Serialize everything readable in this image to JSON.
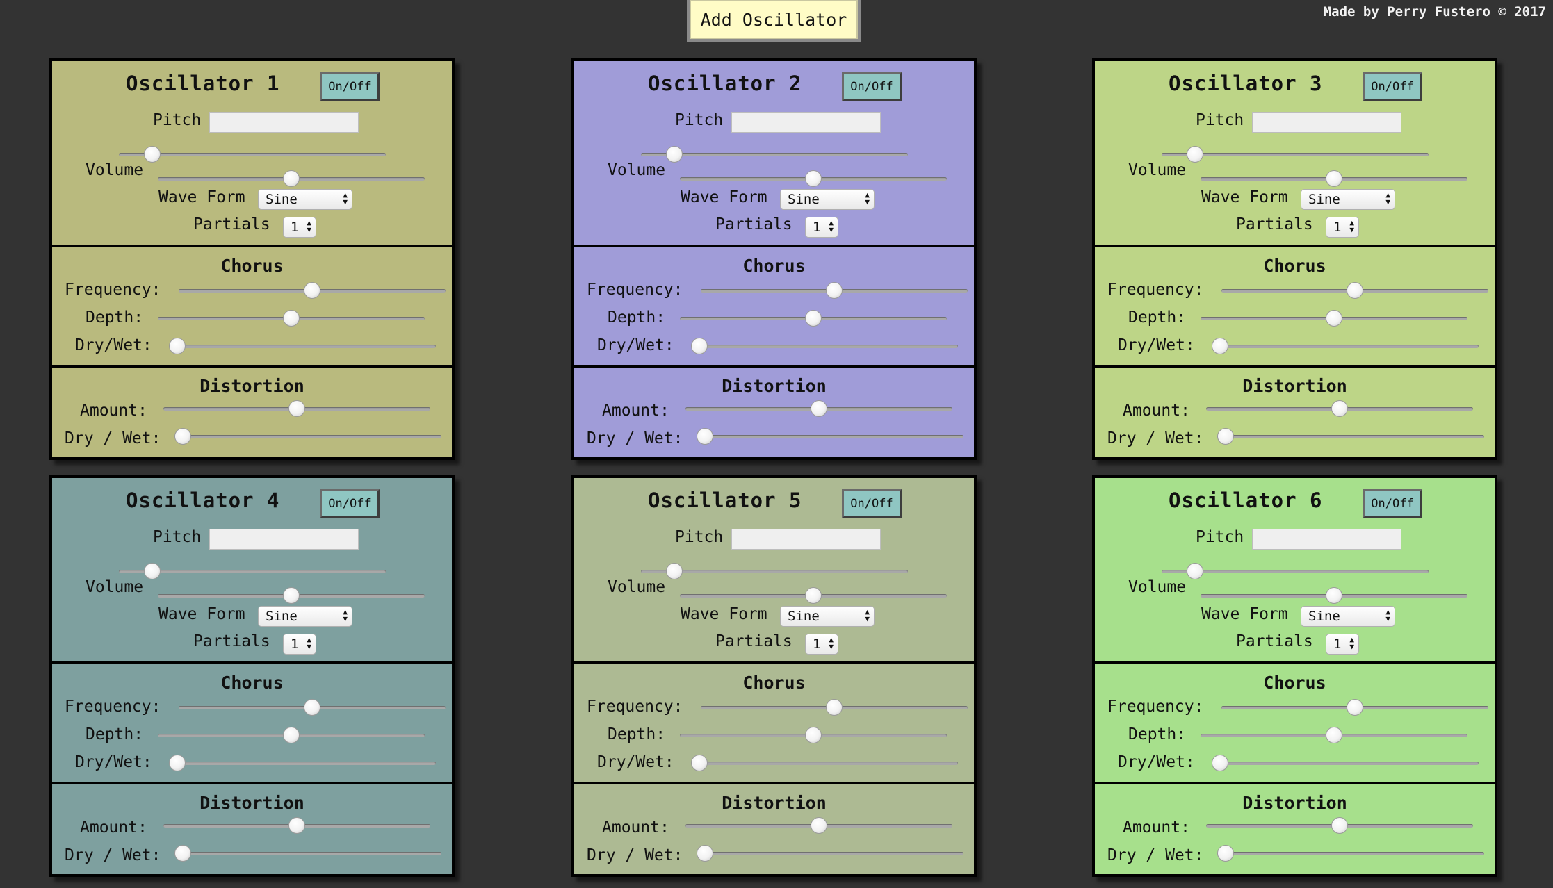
{
  "header": {
    "add_button_label": "Add Oscillator",
    "credit": "Made by Perry Fustero © 2017"
  },
  "labels": {
    "on_off": "On/Off",
    "pitch": "Pitch",
    "volume": "Volume",
    "wave_form": "Wave Form",
    "partials": "Partials",
    "chorus": "Chorus",
    "frequency": "Frequency:",
    "depth": "Depth:",
    "dry_wet_chorus": "Dry/Wet:",
    "distortion": "Distortion",
    "amount": "Amount:",
    "dry_wet_distortion": "Dry / Wet:"
  },
  "oscillators": [
    {
      "title": "Oscillator 1",
      "color": "#b9ba7e",
      "wave_form": "Sine",
      "partials": "1",
      "pitch_value": "",
      "sliders": {
        "pitch": 0.1,
        "volume": 0.5,
        "chorus_frequency": 0.5,
        "chorus_depth": 0.5,
        "chorus_dry_wet": 0.0,
        "distortion_amount": 0.5,
        "distortion_dry_wet": 0.0
      }
    },
    {
      "title": "Oscillator 2",
      "color": "#a09cd8",
      "wave_form": "Sine",
      "partials": "1",
      "pitch_value": "",
      "sliders": {
        "pitch": 0.1,
        "volume": 0.5,
        "chorus_frequency": 0.5,
        "chorus_depth": 0.5,
        "chorus_dry_wet": 0.0,
        "distortion_amount": 0.5,
        "distortion_dry_wet": 0.0
      }
    },
    {
      "title": "Oscillator 3",
      "color": "#bdd587",
      "wave_form": "Sine",
      "partials": "1",
      "pitch_value": "",
      "sliders": {
        "pitch": 0.1,
        "volume": 0.5,
        "chorus_frequency": 0.5,
        "chorus_depth": 0.5,
        "chorus_dry_wet": 0.0,
        "distortion_amount": 0.5,
        "distortion_dry_wet": 0.0
      }
    },
    {
      "title": "Oscillator 4",
      "color": "#7ea09f",
      "wave_form": "Sine",
      "partials": "1",
      "pitch_value": "",
      "sliders": {
        "pitch": 0.1,
        "volume": 0.5,
        "chorus_frequency": 0.5,
        "chorus_depth": 0.5,
        "chorus_dry_wet": 0.0,
        "distortion_amount": 0.5,
        "distortion_dry_wet": 0.0
      }
    },
    {
      "title": "Oscillator 5",
      "color": "#adba93",
      "wave_form": "Sine",
      "partials": "1",
      "pitch_value": "",
      "sliders": {
        "pitch": 0.1,
        "volume": 0.5,
        "chorus_frequency": 0.5,
        "chorus_depth": 0.5,
        "chorus_dry_wet": 0.0,
        "distortion_amount": 0.5,
        "distortion_dry_wet": 0.0
      }
    },
    {
      "title": "Oscillator 6",
      "color": "#a7e08c",
      "wave_form": "Sine",
      "partials": "1",
      "pitch_value": "",
      "sliders": {
        "pitch": 0.1,
        "volume": 0.5,
        "chorus_frequency": 0.5,
        "chorus_depth": 0.5,
        "chorus_dry_wet": 0.0,
        "distortion_amount": 0.5,
        "distortion_dry_wet": 0.0
      }
    }
  ]
}
